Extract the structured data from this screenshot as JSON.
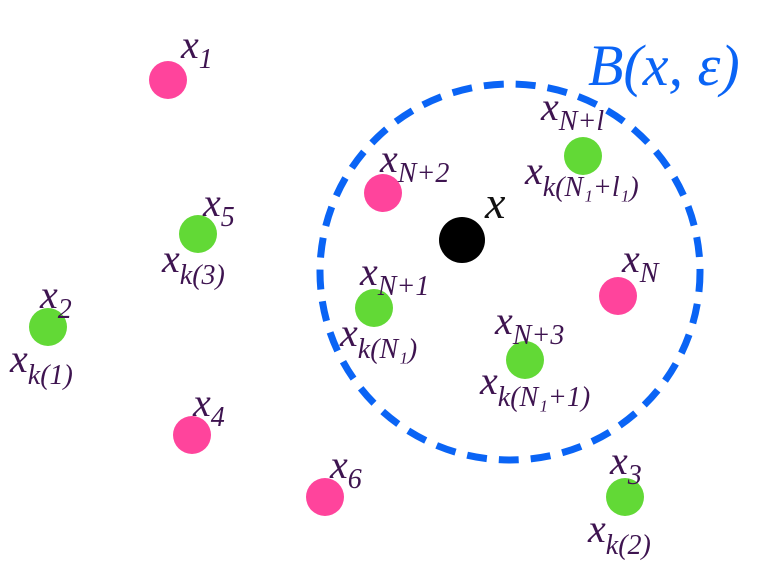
{
  "colors": {
    "pink": "#ff449c",
    "green": "#62d936",
    "center": "#000000",
    "text": "#3e1450",
    "ball": "#0a64f5"
  },
  "ball_label": "B(x, ε)",
  "center_label": "x",
  "labels": {
    "x1": {
      "main": "x",
      "sub": "1"
    },
    "x5": {
      "main": "x",
      "sub": "5"
    },
    "xk3": {
      "main": "x",
      "sub": "k(3)"
    },
    "x2": {
      "main": "x",
      "sub": "2"
    },
    "xk1": {
      "main": "x",
      "sub": "k(1)"
    },
    "x4": {
      "main": "x",
      "sub": "4"
    },
    "x6": {
      "main": "x",
      "sub": "6"
    },
    "x3": {
      "main": "x",
      "sub": "3"
    },
    "xk2": {
      "main": "x",
      "sub": "k(2)"
    },
    "xN2": {
      "main": "x",
      "sub": "N+2"
    },
    "xNl": {
      "main": "x",
      "sub": "N+l"
    },
    "xkN1l1": {
      "main": "x",
      "sub": "k(N₁+l₁)"
    },
    "xN": {
      "main": "x",
      "sub": "N"
    },
    "xN1": {
      "main": "x",
      "sub": "N+1"
    },
    "xkN1": {
      "main": "x",
      "sub": "k(N₁)"
    },
    "xN3": {
      "main": "x",
      "sub": "N+3"
    },
    "xkN11": {
      "main": "x",
      "sub": "k(N₁+1)"
    }
  }
}
